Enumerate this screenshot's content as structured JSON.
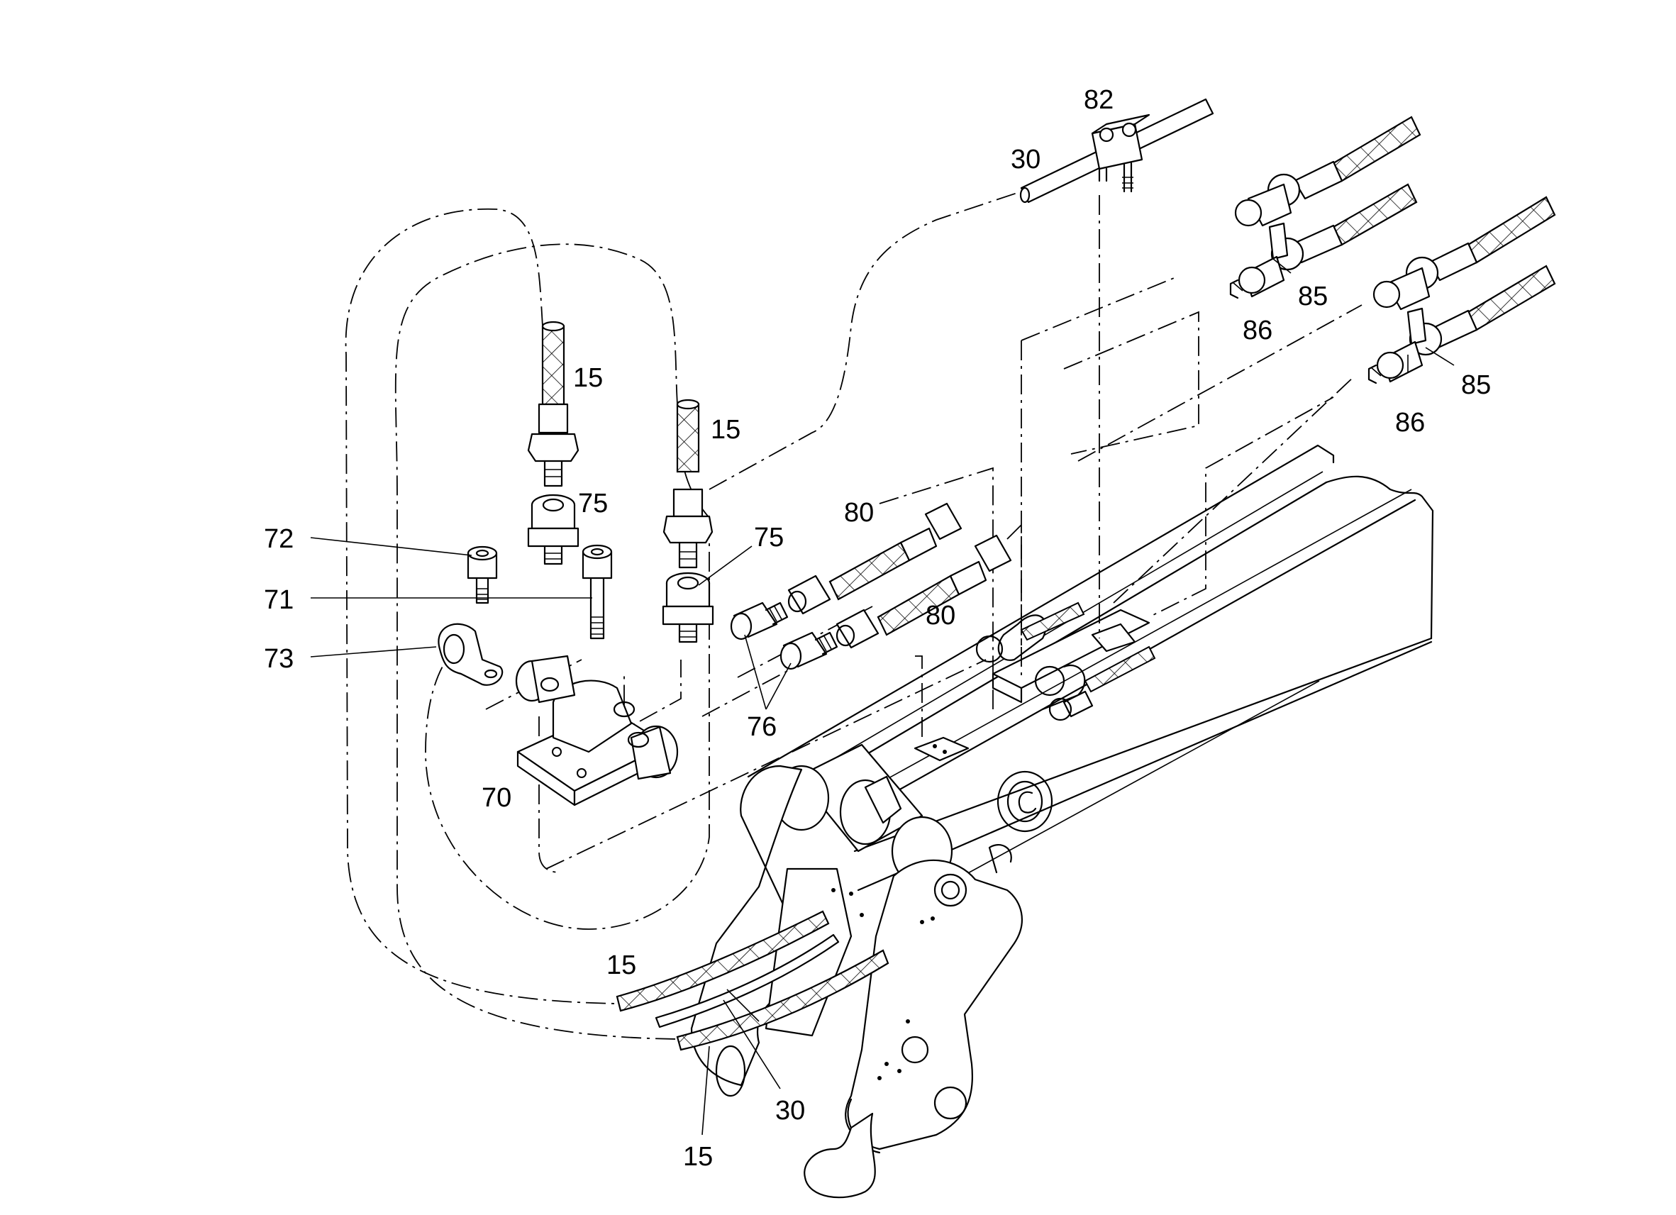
{
  "diagram": {
    "callouts": [
      {
        "id": "c15a",
        "text": "15"
      },
      {
        "id": "c15b",
        "text": "15"
      },
      {
        "id": "c15c",
        "text": "15"
      },
      {
        "id": "c15d",
        "text": "15"
      },
      {
        "id": "c30a",
        "text": "30"
      },
      {
        "id": "c30b",
        "text": "30"
      },
      {
        "id": "c70",
        "text": "70"
      },
      {
        "id": "c71",
        "text": "71"
      },
      {
        "id": "c72",
        "text": "72"
      },
      {
        "id": "c73",
        "text": "73"
      },
      {
        "id": "c75a",
        "text": "75"
      },
      {
        "id": "c75b",
        "text": "75"
      },
      {
        "id": "c76",
        "text": "76"
      },
      {
        "id": "c80a",
        "text": "80"
      },
      {
        "id": "c80b",
        "text": "80"
      },
      {
        "id": "c82",
        "text": "82"
      },
      {
        "id": "c85a",
        "text": "85"
      },
      {
        "id": "c85b",
        "text": "85"
      },
      {
        "id": "c86a",
        "text": "86"
      },
      {
        "id": "c86b",
        "text": "86"
      }
    ]
  }
}
